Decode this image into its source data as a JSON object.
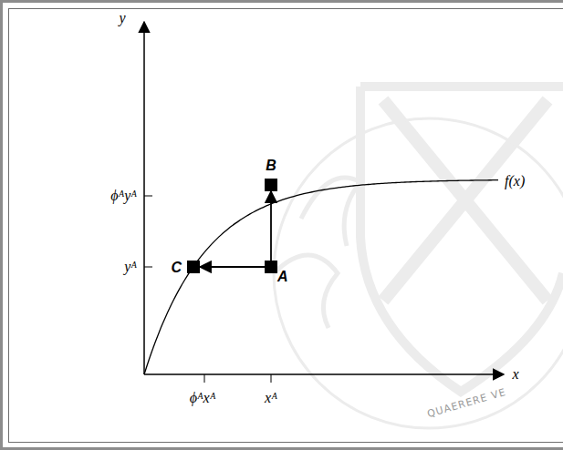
{
  "diagram": {
    "nodes": [
      {
        "text": [
          "A"
        ]
      },
      {
        "text": [
          "B"
        ]
      },
      {
        "text": [
          "C"
        ]
      }
    ],
    "edges": [
      {
        "from": 0,
        "to": 1,
        "arrow": "to"
      },
      {
        "from": 0,
        "to": 2,
        "arrow": "to"
      }
    ],
    "labels": [
      "y",
      "x",
      "f(x)",
      "ϕᴬyᴬ",
      "yᴬ",
      "ϕᴬxᴬ",
      "xᴬ",
      "QUAERERE VE"
    ]
  }
}
